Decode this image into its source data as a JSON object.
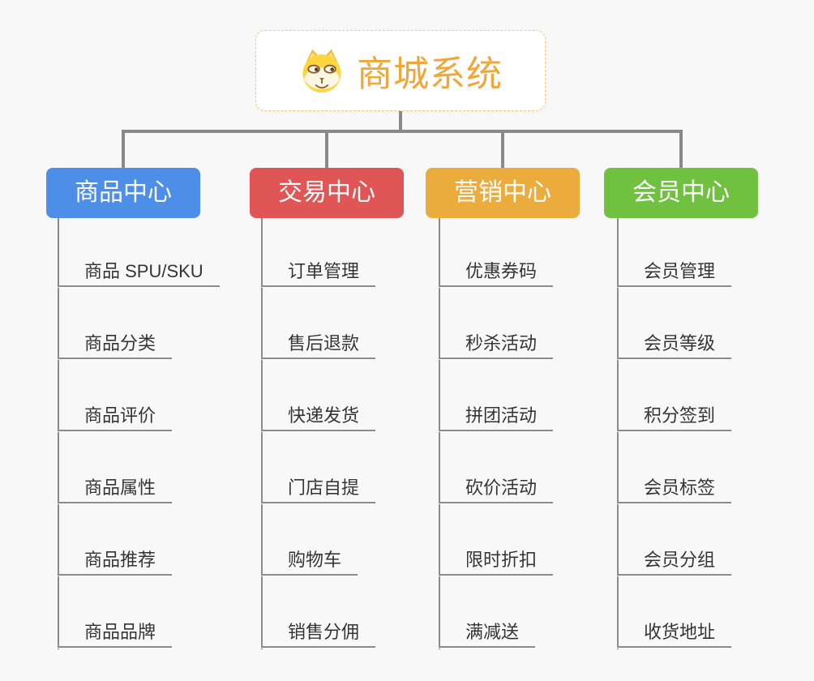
{
  "root": {
    "title": "商城系统",
    "icon": "dog-face-icon",
    "title_color": "#f0a73a"
  },
  "branches": [
    {
      "label": "商品中心",
      "color": "#4c8ee8",
      "children": [
        "商品 SPU/SKU",
        "商品分类",
        "商品评价",
        "商品属性",
        "商品推荐",
        "商品品牌"
      ]
    },
    {
      "label": "交易中心",
      "color": "#e05555",
      "children": [
        "订单管理",
        "售后退款",
        "快递发货",
        "门店自提",
        "购物车",
        "销售分佣"
      ]
    },
    {
      "label": "营销中心",
      "color": "#ebab3d",
      "children": [
        "优惠券码",
        "秒杀活动",
        "拼团活动",
        "砍价活动",
        "限时折扣",
        "满减送"
      ]
    },
    {
      "label": "会员中心",
      "color": "#6fc13f",
      "children": [
        "会员管理",
        "会员等级",
        "积分签到",
        "会员标签",
        "会员分组",
        "收货地址"
      ]
    }
  ],
  "colors": {
    "background": "#f8f8f8",
    "connector": "#8a8a8a",
    "leaf_text": "#333333"
  }
}
